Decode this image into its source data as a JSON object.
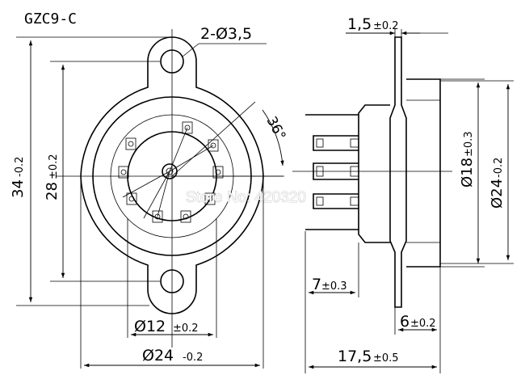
{
  "title": "GZC9-C",
  "front_view": {
    "holes_label": "2-Ø3,5",
    "angle_label": "36°",
    "height_outer": {
      "main": "34",
      "tol": "-0.2"
    },
    "height_holes": {
      "main": "28",
      "tol": "±0.2"
    },
    "width_pins": {
      "main": "Ø12",
      "tol": "±0.2"
    },
    "width_outer": {
      "main": "Ø24",
      "tol": "-0.2"
    }
  },
  "side_view": {
    "plate_thickness": {
      "main": "1,5",
      "tol": "±0.2"
    },
    "body_diameter": {
      "main": "Ø18",
      "tol": "±0.3"
    },
    "flange_diameter": {
      "main": "Ø24",
      "tol": "-0.2"
    },
    "pin_length": {
      "main": "7",
      "tol": "±0.3"
    },
    "body_depth": {
      "main": "6",
      "tol": "±0.2"
    },
    "total_length": {
      "main": "17,5",
      "tol": "±0.5"
    }
  },
  "watermark": "Store No: 420320"
}
